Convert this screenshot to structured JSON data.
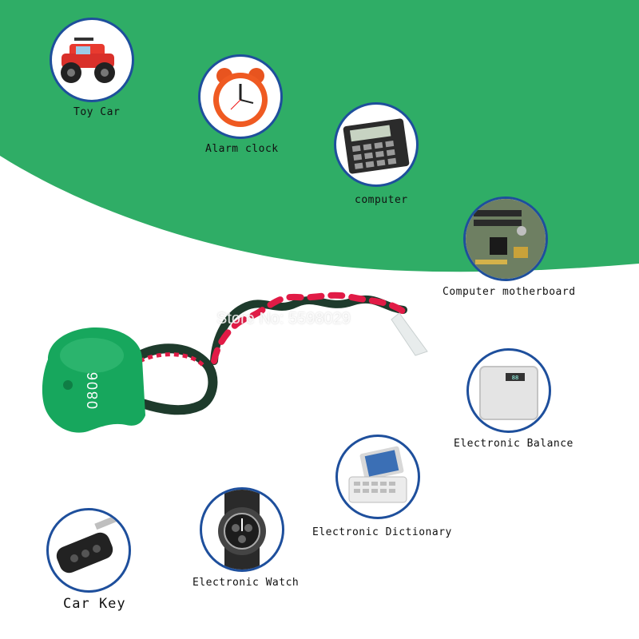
{
  "colors": {
    "green_band": "#2fad66",
    "circle_border": "#1e4f9c",
    "battery": "#17a75d",
    "wire_red": "#e11b46",
    "wire_dark": "#1e3b2c"
  },
  "battery": {
    "code": "0806"
  },
  "watermark": "Store No: 5598029",
  "apps": [
    {
      "key": "toy-car",
      "label": "Toy Car",
      "icon": "toy-car-icon"
    },
    {
      "key": "alarm-clock",
      "label": "Alarm clock",
      "icon": "alarm-clock-icon"
    },
    {
      "key": "computer",
      "label": "computer",
      "icon": "calculator-icon"
    },
    {
      "key": "motherboard",
      "label": "Computer motherboard",
      "icon": "motherboard-icon"
    },
    {
      "key": "balance",
      "label": "Electronic Balance",
      "icon": "scale-icon"
    },
    {
      "key": "dictionary",
      "label": "Electronic Dictionary",
      "icon": "dictionary-icon"
    },
    {
      "key": "watch",
      "label": "Electronic Watch",
      "icon": "watch-icon"
    },
    {
      "key": "car-key",
      "label": "Car Key",
      "icon": "car-key-icon"
    }
  ]
}
